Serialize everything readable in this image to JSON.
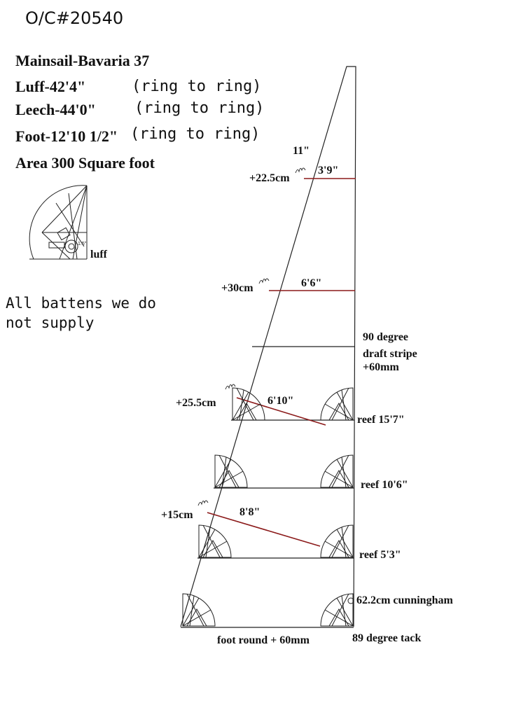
{
  "order_number": "O/C#20540",
  "specs": {
    "title": "Mainsail-Bavaria 37",
    "luff": "Luff-42'4\"",
    "luff_note": "(ring to ring)",
    "leech": "Leech-44'0\"",
    "leech_note": "(ring to ring)",
    "foot": "Foot-12'10 1/2\"",
    "foot_note": "(ring to ring)",
    "area": "Area 300 Square foot"
  },
  "inset": {
    "angle_label": "1.5\"",
    "luff_label": "luff"
  },
  "battens_note": {
    "line1": "All battens we do",
    "line2": "not supply"
  },
  "headboard": {
    "width": "11\""
  },
  "battens": [
    {
      "length": "3'9\"",
      "luff_offset": "+22.5cm"
    },
    {
      "length": "6'6\"",
      "luff_offset": "+30cm"
    },
    {
      "length": "6'10\"",
      "luff_offset": "+25.5cm"
    },
    {
      "length": "8'8\"",
      "luff_offset": "+15cm"
    }
  ],
  "draft_stripe": {
    "line1": "90 degree",
    "line2": "draft stripe",
    "line3": "+60mm"
  },
  "reefs": [
    {
      "label": "reef 15'7\""
    },
    {
      "label": "reef 10'6\""
    },
    {
      "label": "reef 5'3\""
    }
  ],
  "cunningham": "62.2cm cunningham",
  "foot_round": "foot round + 60mm",
  "tack": "89 degree tack",
  "colors": {
    "outline": "#222222",
    "batten": "#8b1a1a"
  }
}
